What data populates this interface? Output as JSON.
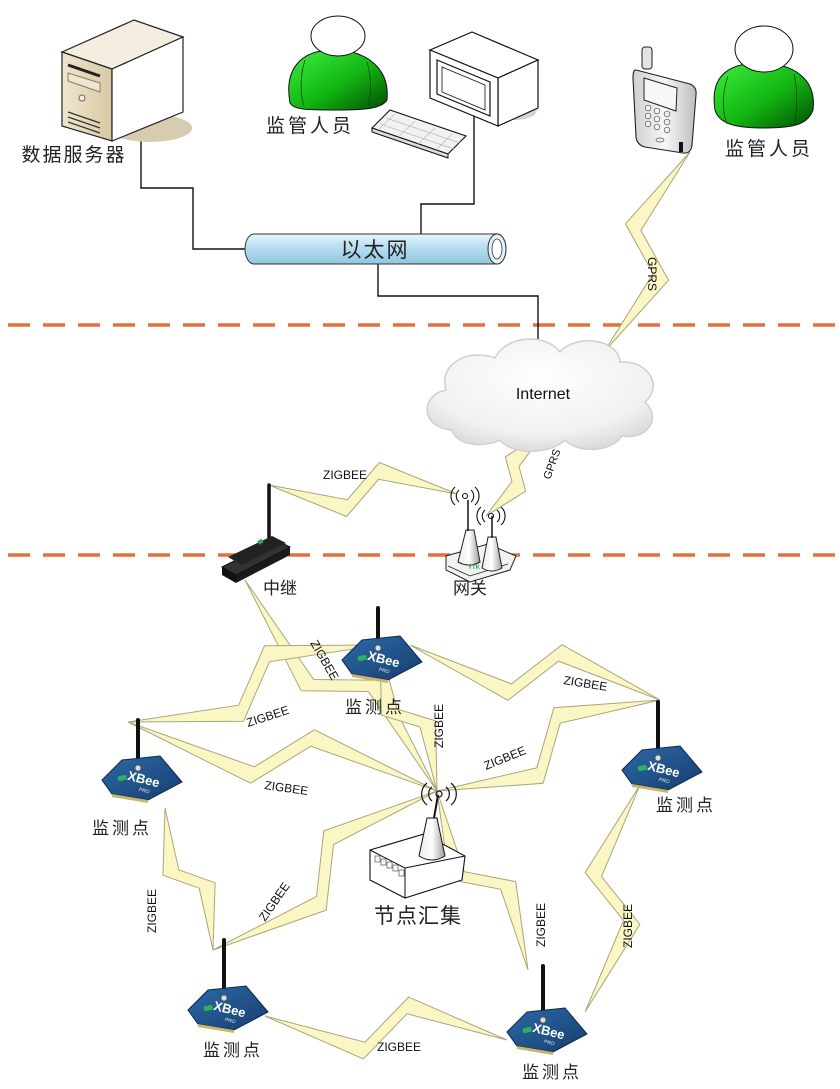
{
  "diagram": {
    "title": "",
    "colors": {
      "zone_divider": "#e2703b",
      "wireless_link": "#fbf7c4",
      "person_body": "#19c419",
      "ethernet_pipe": "#a9d4ea",
      "xbee_board": "#1f4f8a"
    },
    "zones": [
      {
        "id": "office",
        "label": ""
      },
      {
        "id": "wan",
        "label": ""
      },
      {
        "id": "field",
        "label": ""
      }
    ],
    "nodes": {
      "data_server": {
        "label": "数据服务器",
        "icon": "server-icon"
      },
      "supervisor_pc": {
        "label": "监管人员",
        "icon": "person-icon"
      },
      "computer": {
        "label": "",
        "icon": "desktop-computer-icon"
      },
      "mobile_phone": {
        "label": "",
        "icon": "mobile-phone-icon"
      },
      "supervisor_mobile": {
        "label": "监管人员",
        "icon": "person-icon"
      },
      "ethernet": {
        "label": "以太网",
        "icon": "pipe-icon"
      },
      "internet": {
        "label": "Internet",
        "icon": "cloud-icon"
      },
      "gateway": {
        "label": "网关",
        "icon": "wireless-router-icon"
      },
      "relay": {
        "label": "中继",
        "icon": "relay-device-icon"
      },
      "sink": {
        "label": "节点汇集",
        "icon": "access-point-icon"
      },
      "monitor_top": {
        "label": "监测点",
        "icon": "xbee-module-icon"
      },
      "monitor_left": {
        "label": "监测点",
        "icon": "xbee-module-icon"
      },
      "monitor_right": {
        "label": "监测点",
        "icon": "xbee-module-icon"
      },
      "monitor_bottom_left": {
        "label": "监测点",
        "icon": "xbee-module-icon"
      },
      "monitor_bottom_right": {
        "label": "监测点",
        "icon": "xbee-module-icon"
      }
    },
    "links": [
      {
        "from": "data_server",
        "to": "ethernet",
        "type": "wired",
        "label": ""
      },
      {
        "from": "computer",
        "to": "ethernet",
        "type": "wired",
        "label": ""
      },
      {
        "from": "ethernet",
        "to": "internet",
        "type": "wired",
        "label": ""
      },
      {
        "from": "mobile_phone",
        "to": "internet",
        "type": "wireless",
        "label": "GPRS"
      },
      {
        "from": "internet",
        "to": "gateway",
        "type": "wireless",
        "label": "GPRS"
      },
      {
        "from": "relay",
        "to": "gateway",
        "type": "wireless",
        "label": "ZIGBEE"
      },
      {
        "from": "relay",
        "to": "sink",
        "type": "wireless",
        "label": "ZIGBEE"
      },
      {
        "from": "monitor_left",
        "to": "monitor_top",
        "type": "wireless",
        "label": "ZIGBEE"
      },
      {
        "from": "monitor_top",
        "to": "monitor_right",
        "type": "wireless",
        "label": "ZIGBEE"
      },
      {
        "from": "monitor_top",
        "to": "sink",
        "type": "wireless",
        "label": "ZIGBEE"
      },
      {
        "from": "monitor_left",
        "to": "sink",
        "type": "wireless",
        "label": "ZIGBEE"
      },
      {
        "from": "monitor_right",
        "to": "sink",
        "type": "wireless",
        "label": "ZIGBEE"
      },
      {
        "from": "monitor_left",
        "to": "monitor_bottom_left",
        "type": "wireless",
        "label": "ZIGBEE"
      },
      {
        "from": "monitor_bottom_left",
        "to": "sink",
        "type": "wireless",
        "label": "ZIGBEE"
      },
      {
        "from": "sink",
        "to": "monitor_bottom_right",
        "type": "wireless",
        "label": "ZIGBEE"
      },
      {
        "from": "monitor_bottom_left",
        "to": "monitor_bottom_right",
        "type": "wireless",
        "label": "ZIGBEE"
      },
      {
        "from": "monitor_bottom_right",
        "to": "monitor_right",
        "type": "wireless",
        "label": "ZIGBEE"
      }
    ]
  }
}
